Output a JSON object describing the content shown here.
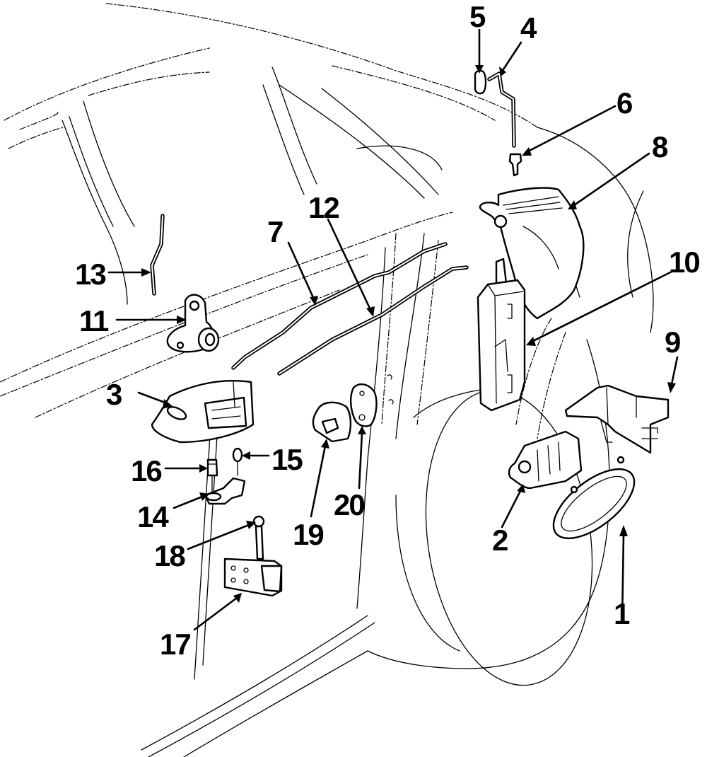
{
  "diagram": {
    "title": "Rear door lock, handle and hinge components - exploded parts view",
    "background_color": "#ffffff",
    "line_color": "#000000",
    "callouts": [
      {
        "id": "1",
        "label": "1",
        "part": "outside handle"
      },
      {
        "id": "2",
        "label": "2",
        "part": "handle bracket"
      },
      {
        "id": "3",
        "label": "3",
        "part": "inside handle"
      },
      {
        "id": "4",
        "label": "4",
        "part": "lock rod"
      },
      {
        "id": "5",
        "label": "5",
        "part": "lock knob"
      },
      {
        "id": "6",
        "label": "6",
        "part": "grommet"
      },
      {
        "id": "7",
        "label": "7",
        "part": "rod"
      },
      {
        "id": "8",
        "label": "8",
        "part": "lock assembly"
      },
      {
        "id": "9",
        "label": "9",
        "part": "reinforcement"
      },
      {
        "id": "10",
        "label": "10",
        "part": "lock actuator"
      },
      {
        "id": "11",
        "label": "11",
        "part": "lock cylinder"
      },
      {
        "id": "12",
        "label": "12",
        "part": "rod"
      },
      {
        "id": "13",
        "label": "13",
        "part": "rod"
      },
      {
        "id": "14",
        "label": "14",
        "part": "check"
      },
      {
        "id": "15",
        "label": "15",
        "part": "bolt"
      },
      {
        "id": "16",
        "label": "16",
        "part": "bolt"
      },
      {
        "id": "17",
        "label": "17",
        "part": "hinge"
      },
      {
        "id": "18",
        "label": "18",
        "part": "bolt"
      },
      {
        "id": "19",
        "label": "19",
        "part": "striker"
      },
      {
        "id": "20",
        "label": "20",
        "part": "plate"
      }
    ]
  }
}
